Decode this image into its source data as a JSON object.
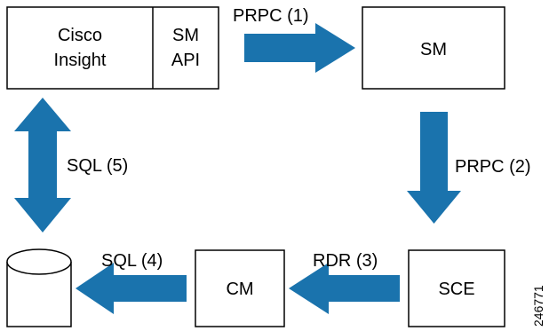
{
  "diagram": {
    "nodes": {
      "cisco_insight": {
        "line1": "Cisco",
        "line2": "Insight"
      },
      "sm_api": {
        "line1": "SM",
        "line2": "API"
      },
      "sm": {
        "label": "SM"
      },
      "sce": {
        "label": "SCE"
      },
      "cm": {
        "label": "CM"
      }
    },
    "edges": {
      "prpc_1": {
        "label": "PRPC (1)",
        "from": "SM API",
        "to": "SM"
      },
      "prpc_2": {
        "label": "PRPC (2)",
        "from": "SM",
        "to": "SCE"
      },
      "rdr_3": {
        "label": "RDR (3)",
        "from": "SCE",
        "to": "CM"
      },
      "sql_4": {
        "label": "SQL (4)",
        "from": "CM",
        "to": "database"
      },
      "sql_5": {
        "label": "SQL (5)",
        "from": "database",
        "to": "Cisco Insight",
        "bidirectional": true
      }
    },
    "figure_id": "246771",
    "colors": {
      "arrow": "#1a73ad",
      "stroke": "#000000",
      "fill": "#ffffff"
    }
  }
}
